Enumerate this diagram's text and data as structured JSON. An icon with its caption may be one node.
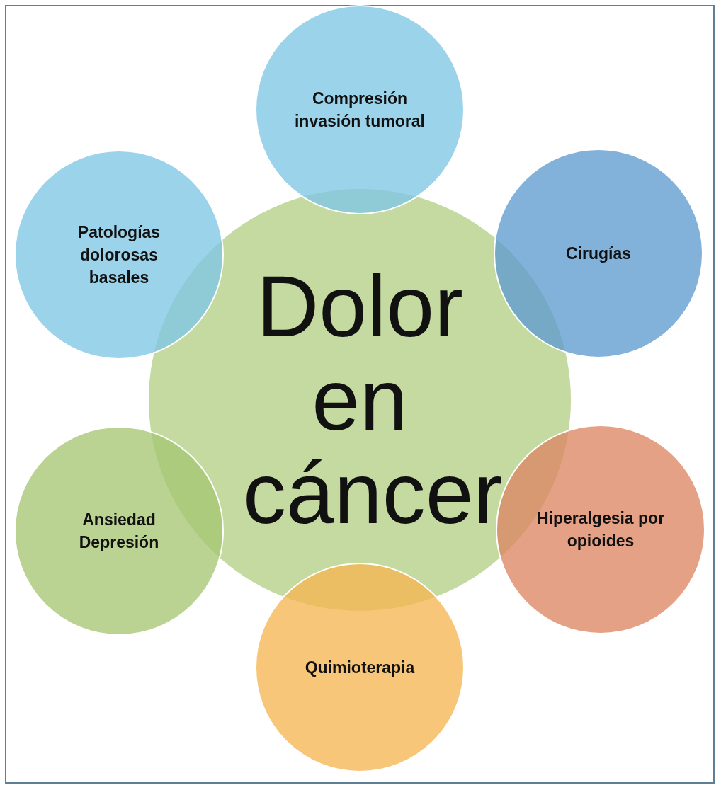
{
  "diagram": {
    "nodes": [
      {
        "text": [
          "Compresión invasión tumoral"
        ]
      },
      {
        "text": [
          "Patologías dolorosas basales"
        ]
      },
      {
        "text": [
          "Cirugías"
        ]
      },
      {
        "text": [
          "Dolor en cáncer"
        ]
      },
      {
        "text": [
          "Ansiedad Depresión"
        ]
      },
      {
        "text": [
          "Hiperalgesia por opioides"
        ]
      },
      {
        "text": [
          "Quimioterapia"
        ]
      }
    ]
  }
}
